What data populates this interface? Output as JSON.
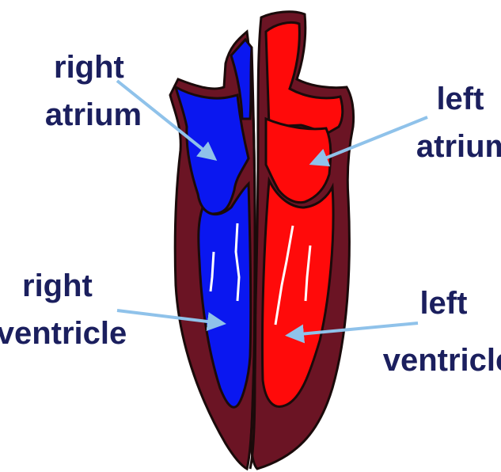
{
  "labels": {
    "right_atrium": [
      "right",
      "atrium"
    ],
    "left_atrium": [
      "left",
      "atrium"
    ],
    "right_ventricle": [
      "right",
      "ventricle"
    ],
    "left_ventricle": [
      "left",
      "ventricle"
    ]
  },
  "colors": {
    "muscle": "#6b1424",
    "deoxygenated": "#0a17f0",
    "oxygenated": "#ff0a0a",
    "outline": "#1a0a0a",
    "arrow": "#8fc2ea",
    "label_text": "#1b1f5e"
  }
}
